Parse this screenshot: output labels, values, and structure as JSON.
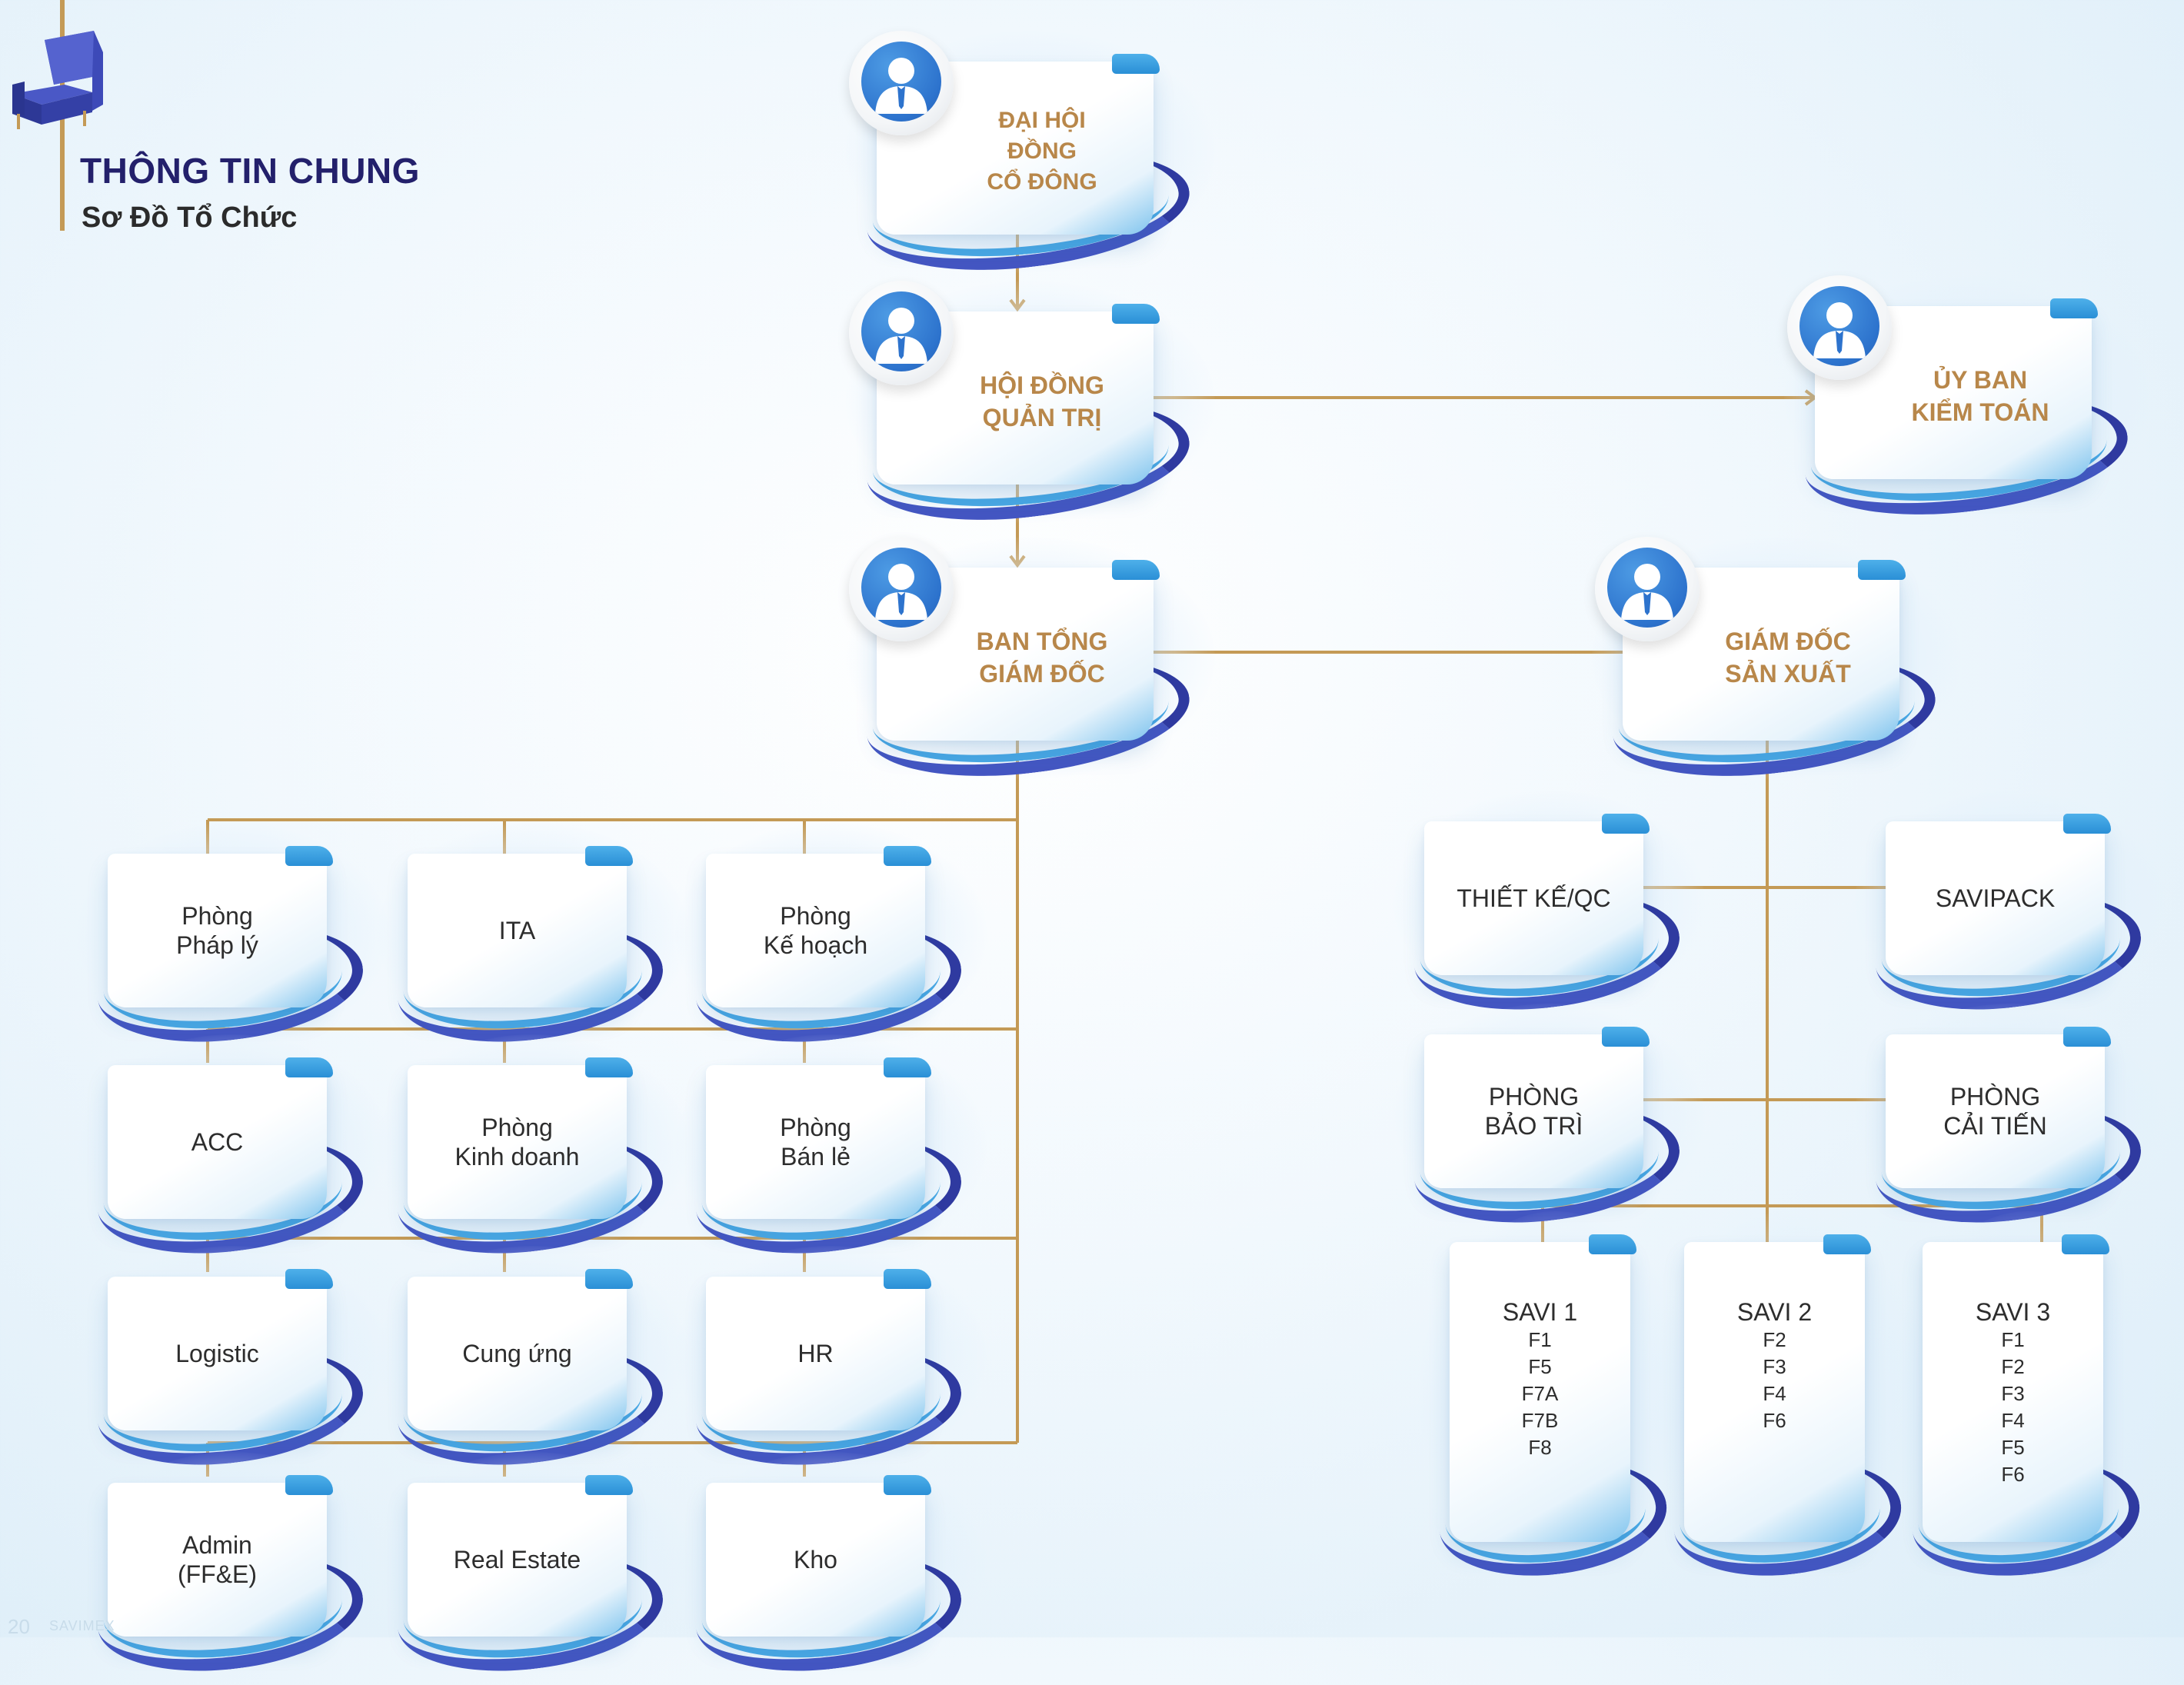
{
  "header": {
    "title": "THÔNG TIN CHUNG",
    "subtitle": "Sơ Đồ Tổ Chức"
  },
  "footer": {
    "page_number": "20",
    "brand": "SAVIMEX"
  },
  "icons": {
    "header": "armchair-icon",
    "executive": "person-icon"
  },
  "colors": {
    "title": "#23206b",
    "executive_text": "#b8874a",
    "connector": "#c49a56",
    "card_accent": "#2a8fd6",
    "swoosh": "#3a4bb8"
  },
  "nodes": {
    "dai_hoi": {
      "lines": [
        "ĐẠI HỘI",
        "ĐỒNG",
        "CỔ ĐÔNG"
      ]
    },
    "hoi_dong": {
      "lines": [
        "HỘI ĐỒNG",
        "QUẢN TRỊ"
      ]
    },
    "uy_ban": {
      "lines": [
        "ỦY BAN",
        "KIỂM TOÁN"
      ]
    },
    "ban_tong": {
      "lines": [
        "BAN TỔNG",
        "GIÁM ĐỐC"
      ]
    },
    "gd_sx": {
      "lines": [
        "GIÁM ĐỐC",
        "SẢN XUẤT"
      ]
    },
    "phap_ly": {
      "lines": [
        "Phòng",
        "Pháp lý"
      ]
    },
    "ita": {
      "lines": [
        "ITA"
      ]
    },
    "ke_hoach": {
      "lines": [
        "Phòng",
        "Kế hoạch"
      ]
    },
    "acc": {
      "lines": [
        "ACC"
      ]
    },
    "kinh_doanh": {
      "lines": [
        "Phòng",
        "Kinh doanh"
      ]
    },
    "ban_le": {
      "lines": [
        "Phòng",
        "Bán lẻ"
      ]
    },
    "logistic": {
      "lines": [
        "Logistic"
      ]
    },
    "cung_ung": {
      "lines": [
        "Cung ứng"
      ]
    },
    "hr": {
      "lines": [
        "HR"
      ]
    },
    "admin": {
      "lines": [
        "Admin",
        "(FF&E)"
      ]
    },
    "real_estate": {
      "lines": [
        "Real Estate"
      ]
    },
    "kho": {
      "lines": [
        "Kho"
      ]
    },
    "thiet_ke": {
      "lines": [
        "THIẾT KẾ/QC"
      ]
    },
    "savipack": {
      "lines": [
        "SAVIPACK"
      ]
    },
    "bao_tri": {
      "lines": [
        "PHÒNG",
        "BẢO TRÌ"
      ]
    },
    "cai_tien": {
      "lines": [
        "PHÒNG",
        "CẢI TIẾN"
      ]
    },
    "savi1": {
      "lines": [
        "SAVI 1"
      ],
      "units": [
        "F1",
        "F5",
        "F7A",
        "F7B",
        "F8"
      ]
    },
    "savi2": {
      "lines": [
        "SAVI 2"
      ],
      "units": [
        "F2",
        "F3",
        "F4",
        "F6"
      ]
    },
    "savi3": {
      "lines": [
        "SAVI 3"
      ],
      "units": [
        "F1",
        "F2",
        "F3",
        "F4",
        "F5",
        "F6"
      ]
    }
  },
  "edges": [
    [
      "dai_hoi",
      "hoi_dong"
    ],
    [
      "hoi_dong",
      "uy_ban"
    ],
    [
      "hoi_dong",
      "ban_tong"
    ],
    [
      "ban_tong",
      "gd_sx"
    ],
    [
      "ban_tong",
      "phap_ly"
    ],
    [
      "ban_tong",
      "ita"
    ],
    [
      "ban_tong",
      "ke_hoach"
    ],
    [
      "ban_tong",
      "acc"
    ],
    [
      "ban_tong",
      "kinh_doanh"
    ],
    [
      "ban_tong",
      "ban_le"
    ],
    [
      "ban_tong",
      "logistic"
    ],
    [
      "ban_tong",
      "cung_ung"
    ],
    [
      "ban_tong",
      "hr"
    ],
    [
      "ban_tong",
      "admin"
    ],
    [
      "ban_tong",
      "real_estate"
    ],
    [
      "ban_tong",
      "kho"
    ],
    [
      "gd_sx",
      "thiet_ke"
    ],
    [
      "gd_sx",
      "savipack"
    ],
    [
      "gd_sx",
      "bao_tri"
    ],
    [
      "gd_sx",
      "cai_tien"
    ],
    [
      "gd_sx",
      "savi1"
    ],
    [
      "gd_sx",
      "savi2"
    ],
    [
      "gd_sx",
      "savi3"
    ]
  ]
}
